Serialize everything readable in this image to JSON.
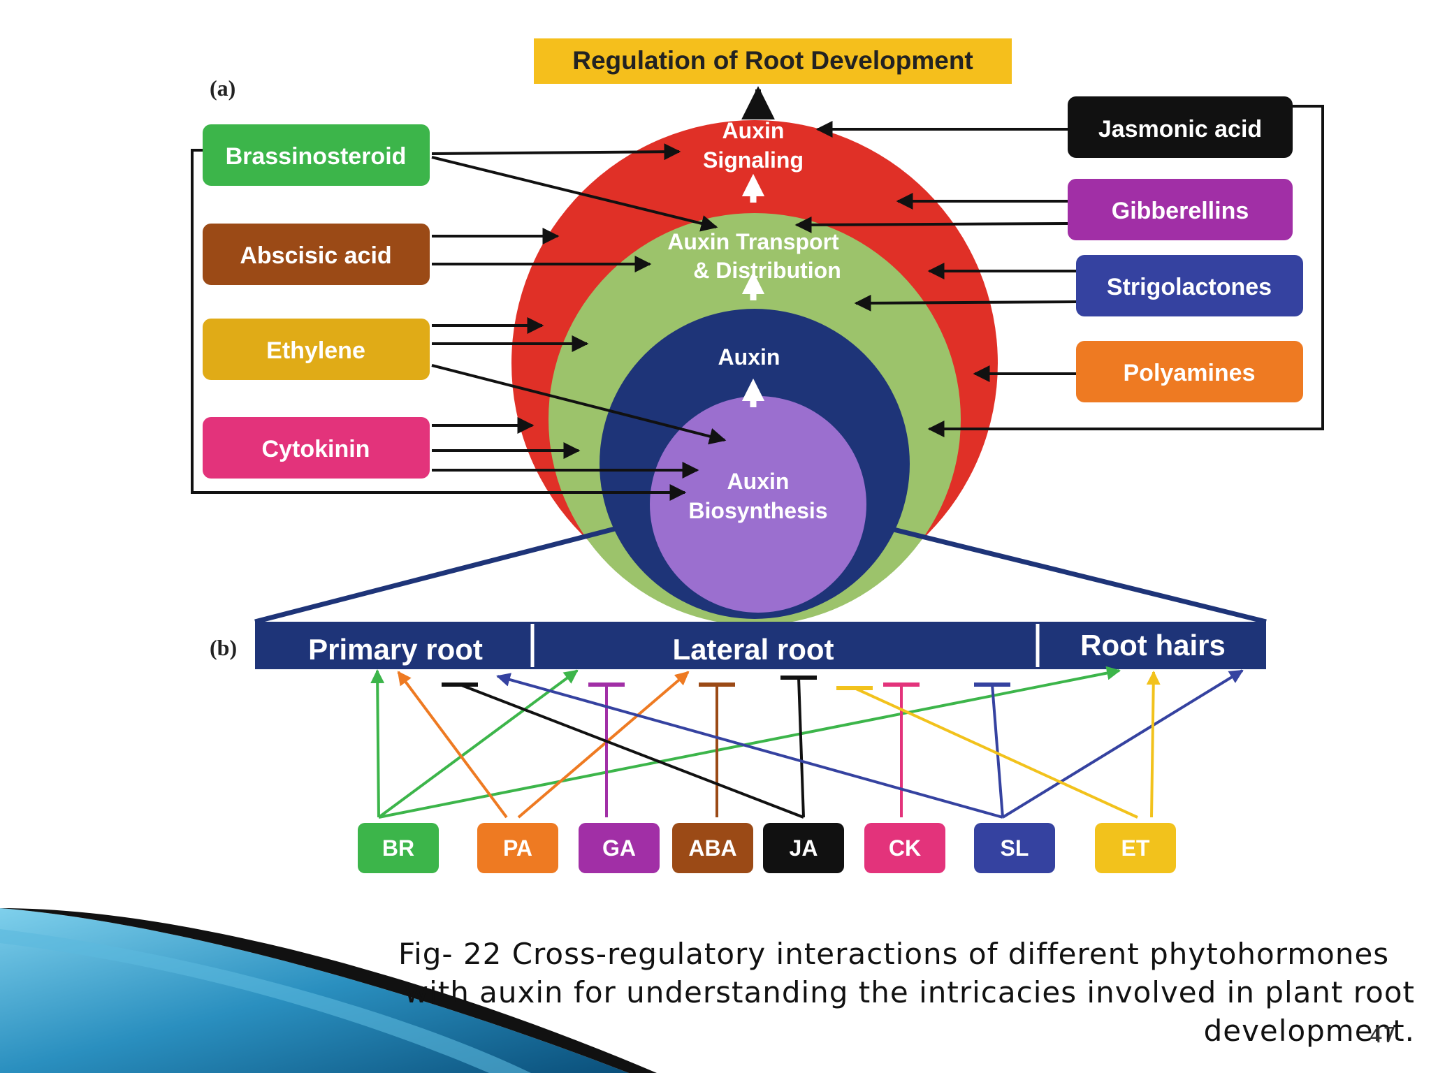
{
  "title": "Regulation of Root Development",
  "panel_a_label": "(a)",
  "panel_b_label": "(b)",
  "colors": {
    "title_bg": "#f5bf1c",
    "outer_circle": "#e03027",
    "middle_circle": "#9cc36b",
    "inner_circle": "#1e3478",
    "core_circle": "#9b6fcf",
    "bar": "#1e3478"
  },
  "circle_layers": [
    {
      "key": "signaling",
      "lines": [
        "Auxin",
        "Signaling"
      ]
    },
    {
      "key": "transport",
      "lines": [
        "Auxin Transport",
        "& Distribution"
      ]
    },
    {
      "key": "auxin",
      "lines": [
        "Auxin"
      ]
    },
    {
      "key": "biosynthesis",
      "lines": [
        "Auxin",
        "Biosynthesis"
      ]
    }
  ],
  "left_hormones": [
    {
      "label": "Brassinosteroid",
      "color": "#3cb54a"
    },
    {
      "label": "Abscisic acid",
      "color": "#9b4a16"
    },
    {
      "label": "Ethylene",
      "color": "#e0ab17"
    },
    {
      "label": "Cytokinin",
      "color": "#e3337b"
    }
  ],
  "right_hormones": [
    {
      "label": "Jasmonic acid",
      "color": "#111111"
    },
    {
      "label": "Gibberellins",
      "color": "#a12fa6"
    },
    {
      "label": "Strigolactones",
      "color": "#3542a0"
    },
    {
      "label": "Polyamines",
      "color": "#ee7a22"
    }
  ],
  "root_bar": [
    "Primary root",
    "Lateral root",
    "Root hairs"
  ],
  "abbreviations": [
    {
      "label": "BR",
      "color": "#3cb54a"
    },
    {
      "label": "PA",
      "color": "#ee7a22"
    },
    {
      "label": "GA",
      "color": "#a12fa6"
    },
    {
      "label": "ABA",
      "color": "#9b4a16"
    },
    {
      "label": "JA",
      "color": "#111111"
    },
    {
      "label": "CK",
      "color": "#e3337b"
    },
    {
      "label": "SL",
      "color": "#3542a0"
    },
    {
      "label": "ET",
      "color": "#f2c21c"
    }
  ],
  "caption": [
    "Fig- 22 Cross-regulatory interactions of different phytohormones",
    "with auxin for understanding the intricacies involved in plant root",
    "development."
  ],
  "page_number": "47"
}
